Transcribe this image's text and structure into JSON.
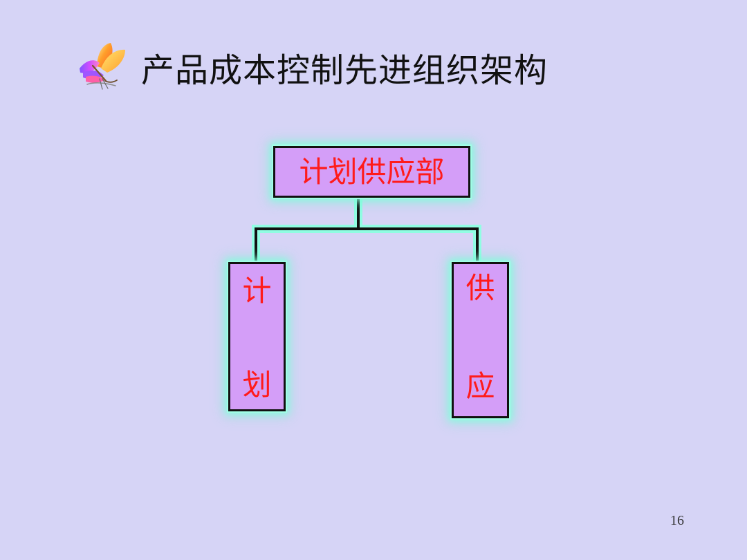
{
  "slide": {
    "title": "产品成本控制先进组织架构",
    "page_number": "16"
  },
  "diagram": {
    "top_node": {
      "label": "计划供应部"
    },
    "left_node": {
      "chars": [
        "计",
        "划"
      ]
    },
    "right_node": {
      "chars": [
        "供",
        "应"
      ]
    }
  },
  "colors": {
    "background": "#d6d4f6",
    "box_fill": "#d49ef8",
    "box_text": "#ff1b1b",
    "glow": "#86ffe0",
    "outline": "#111111"
  },
  "icons": {
    "logo": "butterfly-logo-icon"
  }
}
